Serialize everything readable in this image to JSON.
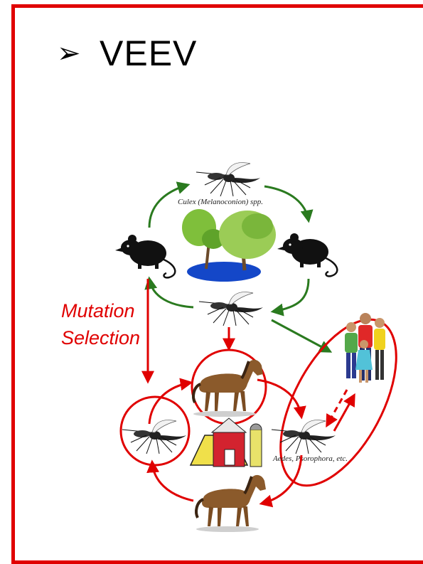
{
  "slide": {
    "bullet_symbol": "➢",
    "title": "VEEV"
  },
  "diagram": {
    "vector_enzootic_label": "Culex (Melanoconion) spp.",
    "vector_epizootic_label": "Aedes, Psorophora, etc.",
    "annotation_line1": "Mutation",
    "annotation_line2": "Selection"
  },
  "colors": {
    "frame": "#e00000",
    "enzootic_arrow": "#2a7a1f",
    "epizootic_arrow": "#e00000"
  },
  "icons": [
    "mosquito-icon",
    "rodent-icon",
    "tree-icon",
    "horse-icon",
    "barn-icon",
    "people-icon"
  ]
}
